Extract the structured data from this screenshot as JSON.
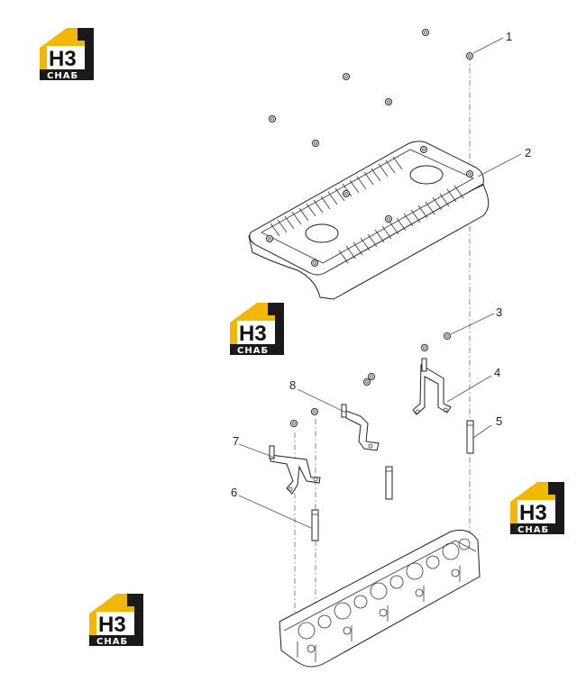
{
  "callouts": [
    {
      "id": "1",
      "label": "1"
    },
    {
      "id": "2",
      "label": "2"
    },
    {
      "id": "3",
      "label": "3"
    },
    {
      "id": "4",
      "label": "4"
    },
    {
      "id": "5",
      "label": "5"
    },
    {
      "id": "6",
      "label": "6"
    },
    {
      "id": "7",
      "label": "7"
    },
    {
      "id": "8",
      "label": "8"
    }
  ],
  "watermark": {
    "mark": "H3",
    "word": "СНАБ",
    "colors": {
      "accent": "#f2b705",
      "dark": "#1a1a1a",
      "text_light": "#ffffff"
    }
  }
}
